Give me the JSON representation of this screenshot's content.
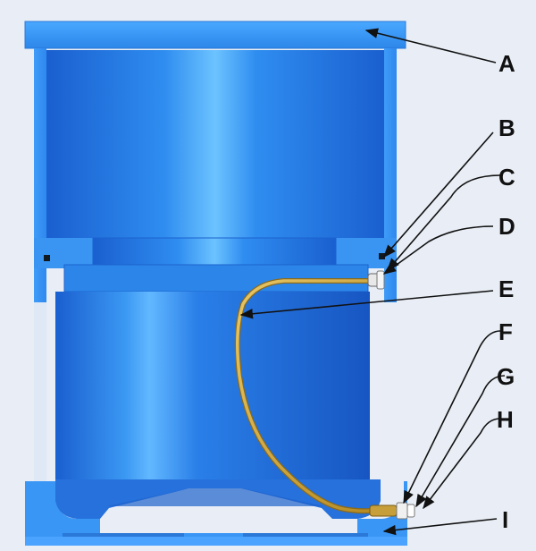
{
  "colors": {
    "background": "#e9eef6",
    "body_blue": "#2a7fe8",
    "body_dark": "#1452b8",
    "body_light": "#5fb0ff",
    "hose": "#c9a13a",
    "hose_highlight": "#f2d98a",
    "seal": "#101820"
  },
  "labels": [
    {
      "id": "A",
      "text": "A"
    },
    {
      "id": "B",
      "text": "B"
    },
    {
      "id": "C",
      "text": "C"
    },
    {
      "id": "D",
      "text": "D"
    },
    {
      "id": "E",
      "text": "E"
    },
    {
      "id": "F",
      "text": "F"
    },
    {
      "id": "G",
      "text": "G"
    },
    {
      "id": "H",
      "text": "H"
    },
    {
      "id": "I",
      "text": "I"
    }
  ]
}
